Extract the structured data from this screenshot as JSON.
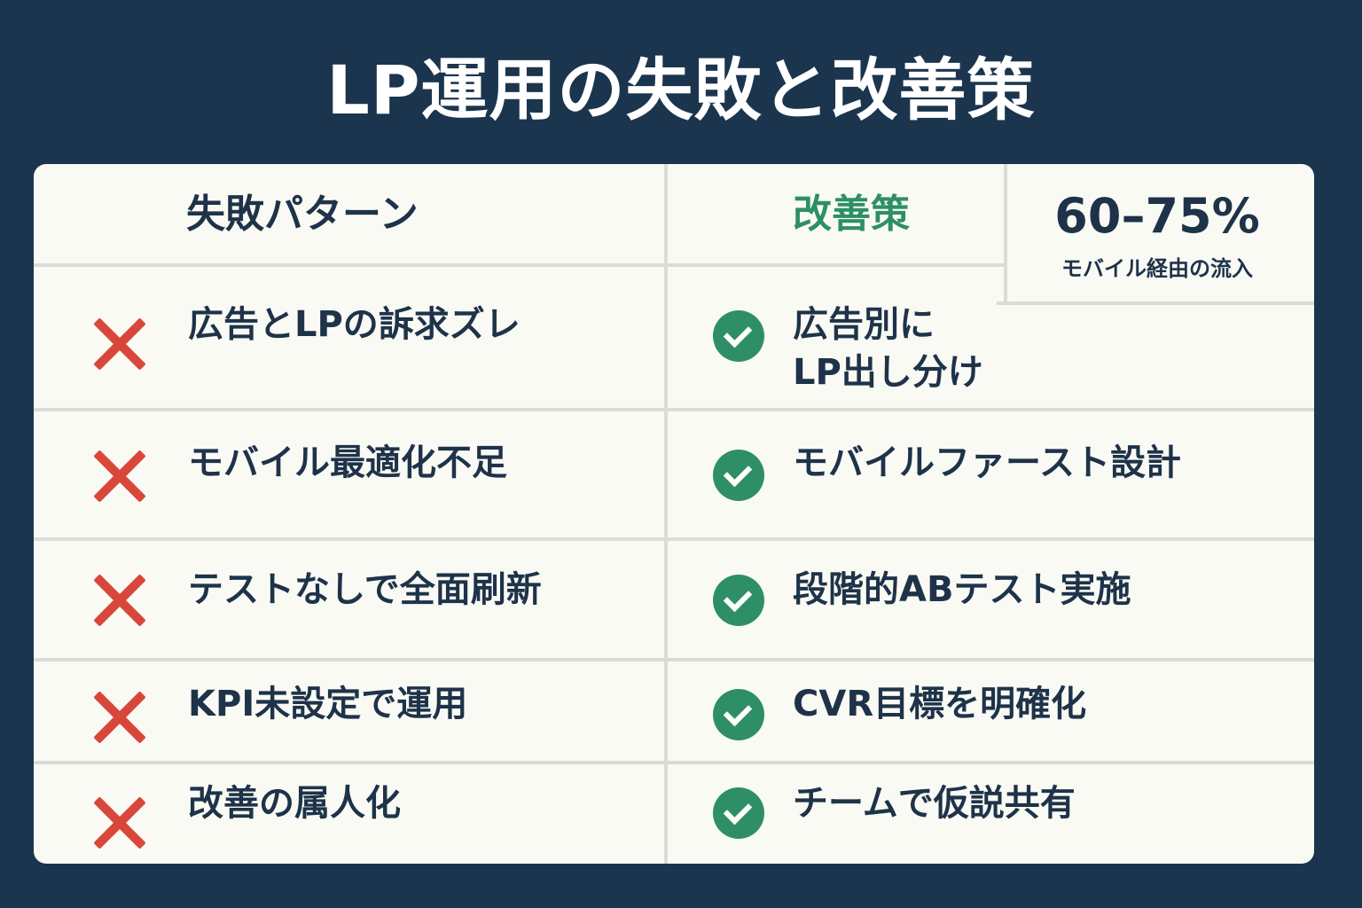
{
  "title": "LP運用の失敗と改善策",
  "headers": {
    "fail": "失敗パターン",
    "fix": "改善策"
  },
  "stat": {
    "value": "60–75%",
    "label": "モバイル経由の流入"
  },
  "rows": [
    {
      "fail": "広告とLPの訴求ズレ",
      "fix": "広告別に\nLP出し分け"
    },
    {
      "fail": "モバイル最適化不足",
      "fix": "モバイルファースト設計"
    },
    {
      "fail": "テストなしで全面刷新",
      "fix": "段階的ABテスト実施"
    },
    {
      "fail": "KPI未設定で運用",
      "fix": "CVR目標を明確化"
    },
    {
      "fail": "改善の属人化",
      "fix": "チームで仮説共有"
    }
  ],
  "colors": {
    "background": "#1c354e",
    "card": "#fafaf5",
    "fail_icon": "#d9473a",
    "fix_accent": "#2e8f66",
    "text": "#1e3349"
  },
  "icons": {
    "fail": "cross-icon",
    "fix": "check-circle-icon"
  }
}
